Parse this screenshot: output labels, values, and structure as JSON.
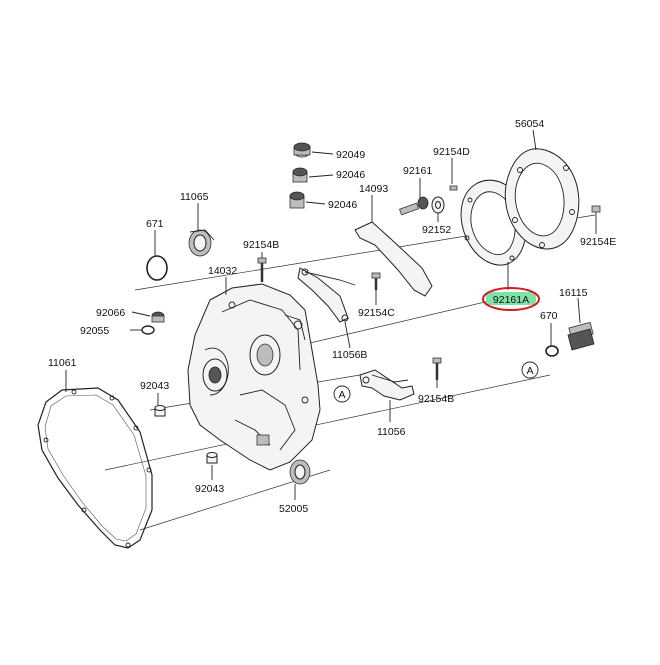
{
  "diagram": {
    "highlight_color": "#7fe0a8",
    "circle_color": "#cc1f1f",
    "labels": {
      "p92049": "92049",
      "p92046a": "92046",
      "p92046b": "92046",
      "p14093": "14093",
      "p92161": "92161",
      "p92154d": "92154D",
      "p56054": "56054",
      "p92152": "92152",
      "p92154e": "92154E",
      "p11065": "11065",
      "p671": "671",
      "p92154b_top": "92154B",
      "p14032": "14032",
      "p92161a": "92161A",
      "p16115": "16115",
      "p670": "670",
      "p92066": "92066",
      "p92055": "92055",
      "p92154c": "92154C",
      "p11056b": "11056B",
      "p11061": "11061",
      "p92043a": "92043",
      "p92043b": "92043",
      "p92154b_bot": "92154B",
      "p11056": "11056",
      "p52005": "52005",
      "ref_a1": "A",
      "ref_a2": "A"
    }
  }
}
